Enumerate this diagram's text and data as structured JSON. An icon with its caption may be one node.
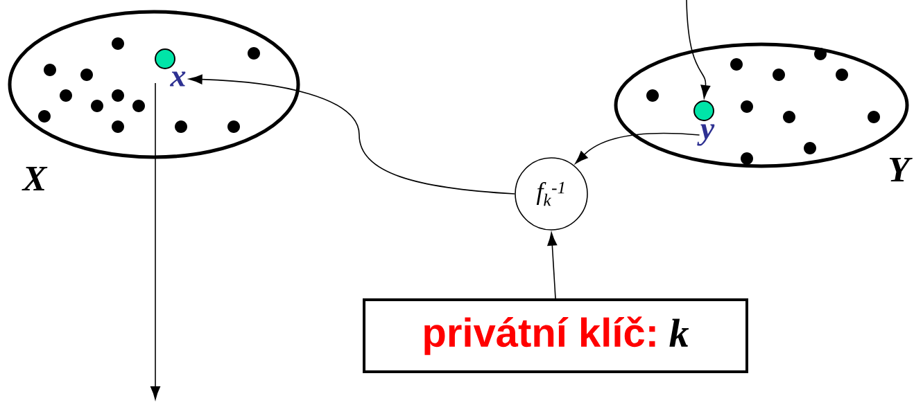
{
  "diagram": {
    "nodes": [
      {
        "text": [
          "X"
        ]
      },
      {
        "text": [
          "x"
        ],
        "in": 0
      },
      {
        "text": [
          "Y"
        ]
      },
      {
        "text": [
          "y"
        ],
        "in": 2
      },
      {
        "text": [
          "f$_{k}$$^{-1}$"
        ]
      },
      {
        "text": [
          "privátní klíč:",
          "k"
        ]
      }
    ],
    "edges": [
      {
        "from": null,
        "to": 3,
        "arrow": "to"
      },
      {
        "from": 3,
        "to": 4,
        "arrow": "to"
      },
      {
        "from": 4,
        "to": 1,
        "arrow": "to"
      },
      {
        "from": 1,
        "to": null,
        "arrow": "to"
      },
      {
        "from": 5,
        "to": 4,
        "arrow": "to"
      }
    ]
  }
}
